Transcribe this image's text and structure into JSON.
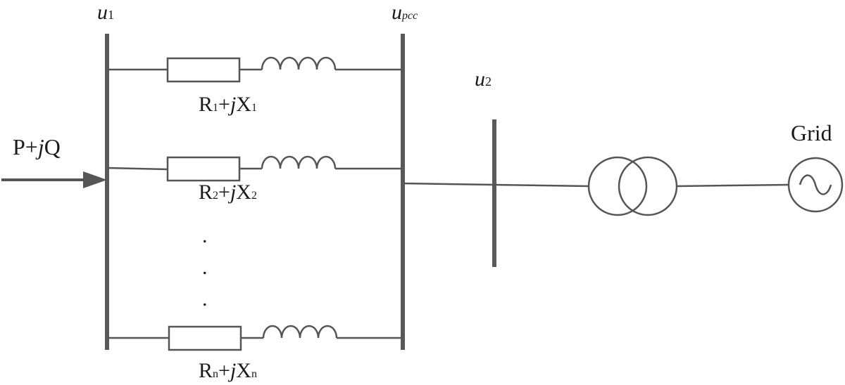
{
  "buses": {
    "u1": {
      "var": "u",
      "sub": "1"
    },
    "upcc": {
      "var": "u",
      "sub": "pcc"
    },
    "u2": {
      "var": "u",
      "sub": "2"
    }
  },
  "input_power": {
    "a": "P",
    "op": "+",
    "j": "j",
    "b": "Q"
  },
  "branches": [
    {
      "r": "R",
      "r_sub": "1",
      "op": "+",
      "j": "j",
      "x": "X",
      "x_sub": "1"
    },
    {
      "r": "R",
      "r_sub": "2",
      "op": "+",
      "j": "j",
      "x": "X",
      "x_sub": "2"
    },
    {
      "r": "R",
      "r_sub": "n",
      "op": "+",
      "j": "j",
      "x": "X",
      "x_sub": "n"
    }
  ],
  "ellipsis": [
    ".",
    ".",
    "."
  ],
  "grid_label": "Grid",
  "colors": {
    "line": "#555555",
    "bus": "#595959",
    "text": "#1a1a1a"
  }
}
